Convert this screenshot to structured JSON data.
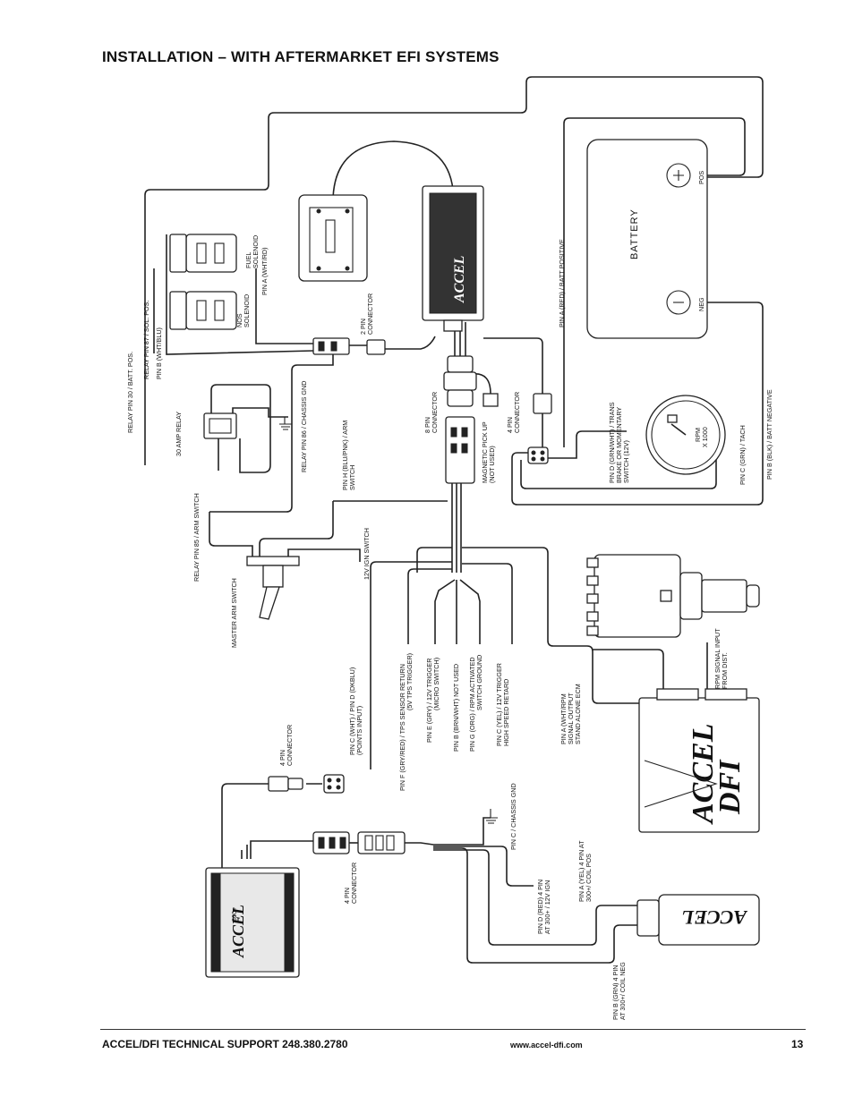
{
  "page": {
    "title": "INSTALLATION – WITH AFTERMARKET EFI SYSTEMS",
    "footer_left": "ACCEL/DFI TECHNICAL SUPPORT 248.380.2780",
    "footer_url": "www.accel-dfi.com",
    "footer_page": "13"
  },
  "components": {
    "battery": "BATTERY",
    "battery_pos": "POS",
    "battery_neg": "NEG",
    "controller_brand": "ACCEL",
    "box300_model": "300+",
    "dfi_brand_1": "ACCEL",
    "dfi_brand_2": "DFI",
    "coil_brand": "ACCEL",
    "tach_rpm": "RPM",
    "tach_x1000": "X 1000"
  },
  "labels": {
    "relay30": "RELAY PIN 30 / BATT. POS.",
    "relay87": "RELAY PIN 87 / SOL. POS.",
    "pinB_whtblu": "PIN B (WHT/BLU)",
    "fuel_solenoid_1": "FUEL",
    "fuel_solenoid_2": "SOLENOID",
    "nos_solenoid_1": "NOS",
    "nos_solenoid_2": "SOLENOID",
    "pinA_whtrd": "PIN A (WHT/RD)",
    "two_pin_1": "2 PIN",
    "two_pin_2": "CONNECTOR",
    "relay86": "RELAY PIN 86 / CHASSIS GND",
    "amp_relay": "30 AMP RELAY",
    "relay85": "RELAY PIN 85 / ARM SWITCH",
    "master_arm": "MASTER ARM SWITCH",
    "pinH_1": "PIN H (BLU/PNK) / ARM",
    "pinH_2": "SWITCH",
    "ign12v": "12V IGN SWITCH",
    "eight_pin_1": "8 PIN",
    "eight_pin_2": "CONNECTOR",
    "mag_1": "MAGNETIC PICK UP",
    "mag_2": "(NOT USED)",
    "four_pin_top_1": "4 PIN",
    "four_pin_top_2": "CONNECTOR",
    "pinA_red": "PIN A (RED) / BATT POSITIVE",
    "pinD_grnwht_1": "PIN D (GRN/WHT) / TRANS",
    "pinD_grnwht_2": "BRAKE OR MOMENTARY",
    "pinD_grnwht_3": "SWITCH (12V)",
    "pinC_tach": "PIN C (GRN) / TACH",
    "pinB_blk": "PIN B (BLK) / BATT NEGATIVE",
    "pinC_wht_1": "PIN C (WHT) / PIN D (DKBLU)",
    "pinC_wht_2": "(POINTS INPUT)",
    "pinF_1": "PIN F (GRY/RED) / TPS SENSOR RETURN",
    "pinF_2": "(5V TPS TRIGGER)",
    "pinE_1": "PIN E (GRY) / 12V TRIGGER",
    "pinE_2": "(MICRO SWITCH)",
    "pinB_brn": "PIN B (BRN/WHT) NOT USED",
    "pinG_1": "PIN G (ORG) / RPM ACTIVATED",
    "pinG_2": "SWITCH GROUND",
    "pinC_yel_1": "PIN C (YEL) / 12V TRIGGER",
    "pinC_yel_2": "HIGH SPEED RETARD",
    "pinA_whtrpm_1": "PIN A (WHT/RPM",
    "pinA_whtrpm_2": "SIGNAL OUTPUT",
    "pinA_whtrpm_3": "STAND ALONE ECM",
    "rpm_input_1": "RPM SIGNAL INPUT",
    "rpm_input_2": "FROM DIST.",
    "four_pin_mid_1": "4 PIN",
    "four_pin_mid_2": "CONNECTOR",
    "pinC_chassis": "PIN C / CHASSIS GND",
    "four_pin_low_1": "4 PIN",
    "four_pin_low_2": "CONNECTOR",
    "pinD_red_1": "PIN D (RED) 4 PIN",
    "pinD_red_2": "AT 300+ / 12V IGN",
    "pinA_yel_1": "PIN A (YEL) 4 PIN AT",
    "pinA_yel_2": "300+/ COIL POS",
    "pinB_grn_1": "PIN B (GRN) 4 PIN",
    "pinB_grn_2": "AT 300+/ COIL NEG"
  }
}
